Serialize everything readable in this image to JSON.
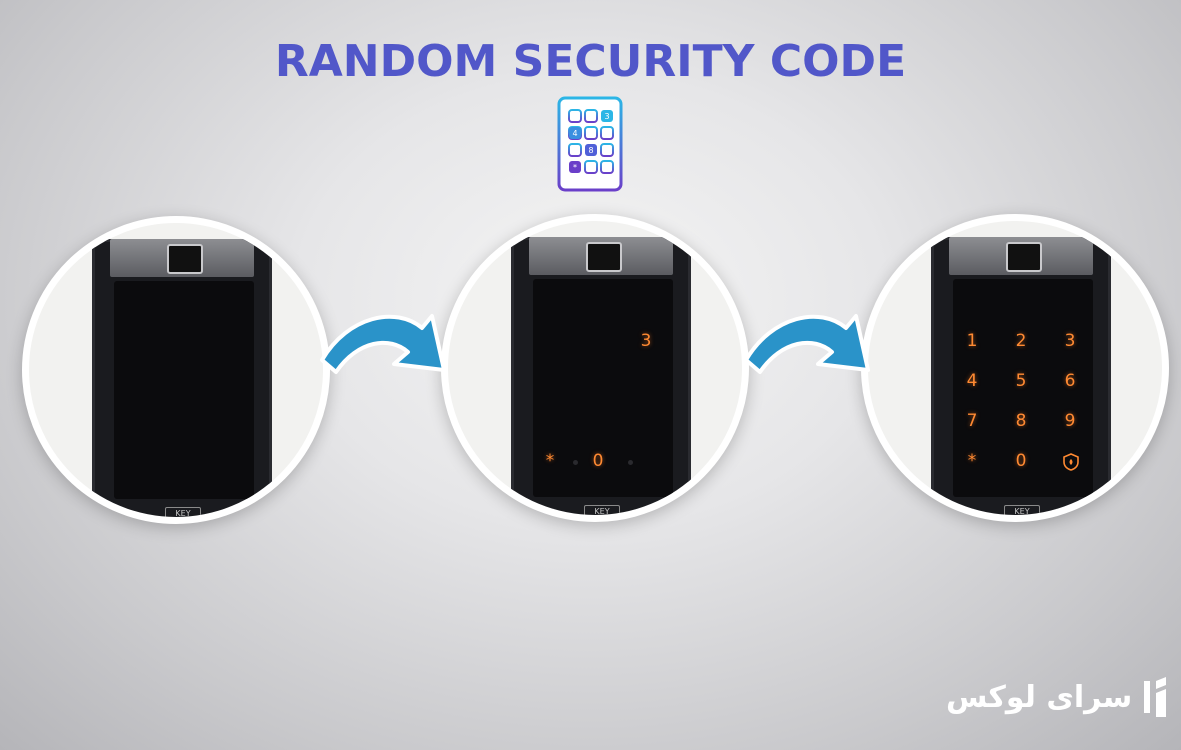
{
  "title": "RANDOM SECURITY CODE",
  "logo_icon": "keypad-icon",
  "logo_digits": [
    "3",
    "4",
    "8"
  ],
  "panels": [
    {
      "key_label": "KEY",
      "digits": []
    },
    {
      "key_label": "KEY",
      "digits": [
        "3",
        "*",
        "0"
      ]
    },
    {
      "key_label": "KEY",
      "digits": [
        "1",
        "2",
        "3",
        "4",
        "5",
        "6",
        "7",
        "8",
        "9",
        "*",
        "0"
      ]
    }
  ],
  "brand": {
    "name": "سرای لوکس"
  },
  "colors": {
    "title": "#5157c9",
    "arrow": "#2a93c9",
    "digits": "#ff8a32"
  }
}
